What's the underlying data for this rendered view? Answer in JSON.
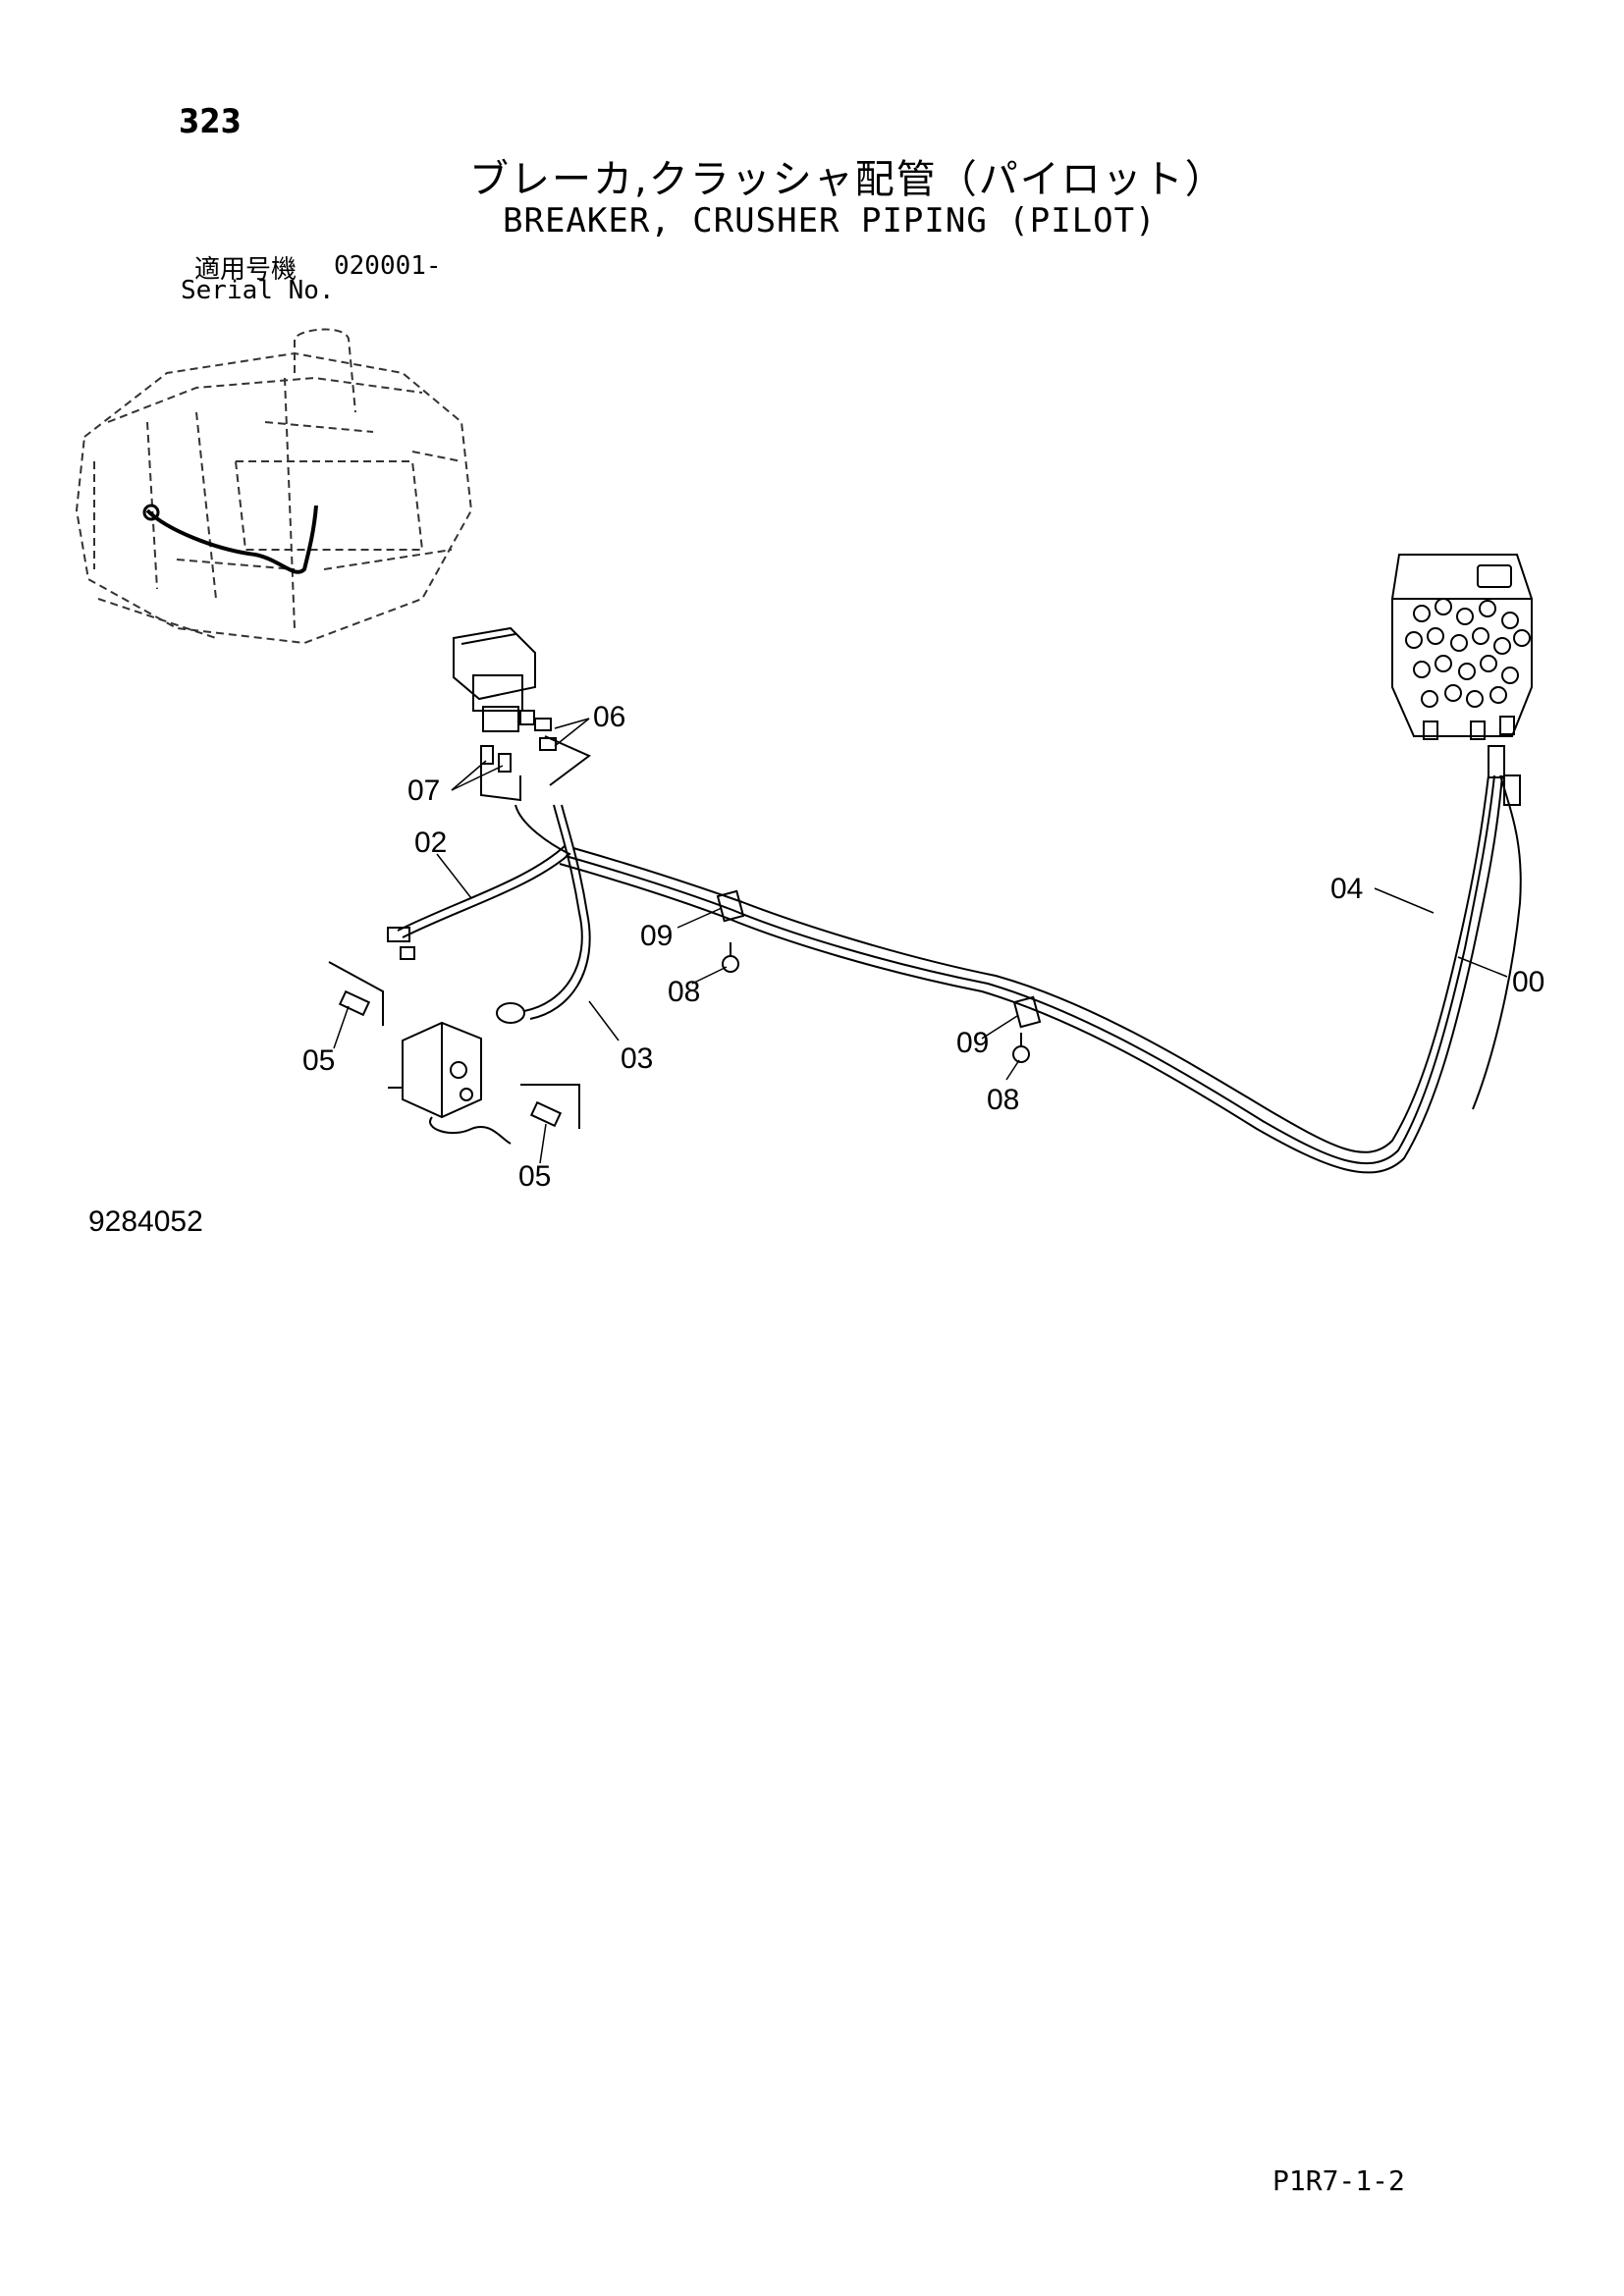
{
  "header": {
    "page_number": "323",
    "title_jp": "ブレーカ,クラッシャ配管（パイロット）",
    "title_en": "BREAKER, CRUSHER PIPING (PILOT)",
    "serial_label_jp": "適用号機",
    "serial_code": "020001-",
    "serial_label_en": "Serial No."
  },
  "diagram": {
    "callouts": [
      "06",
      "07",
      "02",
      "09",
      "08",
      "05",
      "03",
      "09",
      "08",
      "05",
      "04",
      "00"
    ]
  },
  "footer": {
    "drawing_number": "9284052",
    "page_code": "P1R7-1-2"
  }
}
